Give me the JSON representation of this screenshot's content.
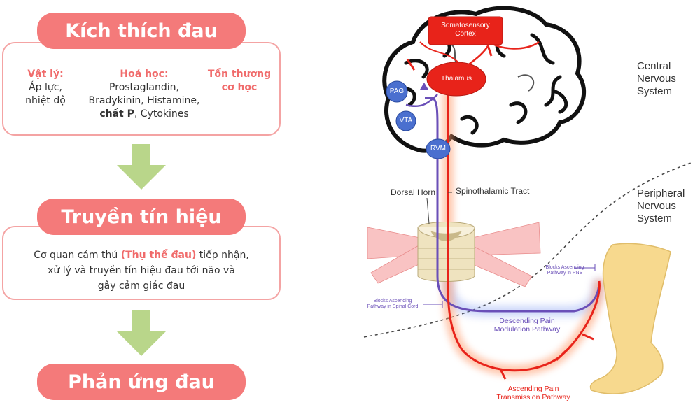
{
  "flow": {
    "stimulus": {
      "title": "Kích thích đau",
      "physical": {
        "heading": "Vật lý:",
        "lines": [
          "Áp lực,",
          "nhiệt độ"
        ]
      },
      "chemical": {
        "heading": "Hoá học:",
        "lines": [
          "Prostaglandin,",
          "Bradykinin, Histamine,"
        ],
        "last_bold": "chất P",
        "last_rest": ", Cytokines"
      },
      "mechanical": {
        "heading_line1": "Tổn thương",
        "heading_line2": "cơ học"
      }
    },
    "transmission": {
      "title": "Truyền tín hiệu",
      "line1_pre": "Cơ quan cảm thủ ",
      "line1_highlight": "(Thụ thể đau)",
      "line1_post": " tiếp nhận,",
      "line2": "xử lý và truyền tín hiệu đau tới não và",
      "line3": "gây cảm giác đau"
    },
    "response": {
      "title": "Phản ứng đau"
    },
    "colors": {
      "pill": "#f47a7a",
      "border": "#f4a3a3",
      "arrow": "#b9d68a",
      "highlight": "#f06b6b"
    }
  },
  "diagram": {
    "somatosensory_line1": "Somatosensory",
    "somatosensory_line2": "Cortex",
    "thalamus": "Thalamus",
    "pag": "PAG",
    "vta": "VTA",
    "rvm": "RVM",
    "central_line1": "Central",
    "central_line2": "Nervous",
    "central_line3": "System",
    "peripheral_line1": "Peripheral",
    "peripheral_line2": "Nervous",
    "peripheral_line3": "System",
    "dorsal_line1": "Dorsal Horn",
    "spinothalamic": "Spinothalamic Tract",
    "blocks_pns_line1": "Blocks Ascending",
    "blocks_pns_line2": "Pathway in PNS",
    "blocks_spinal_line1": "Blocks Ascending",
    "blocks_spinal_line2": "Pathway in Spinal Cord",
    "descending_line1": "Descending Pain",
    "descending_line2": "Modulation Pathway",
    "ascending_line1": "Ascending Pain",
    "ascending_line2": "Transmission Pathway",
    "colors": {
      "red": "#e8231a",
      "blue": "#4a6fcf",
      "purple": "#6a4fb8",
      "foot": "#f7d98e"
    }
  }
}
